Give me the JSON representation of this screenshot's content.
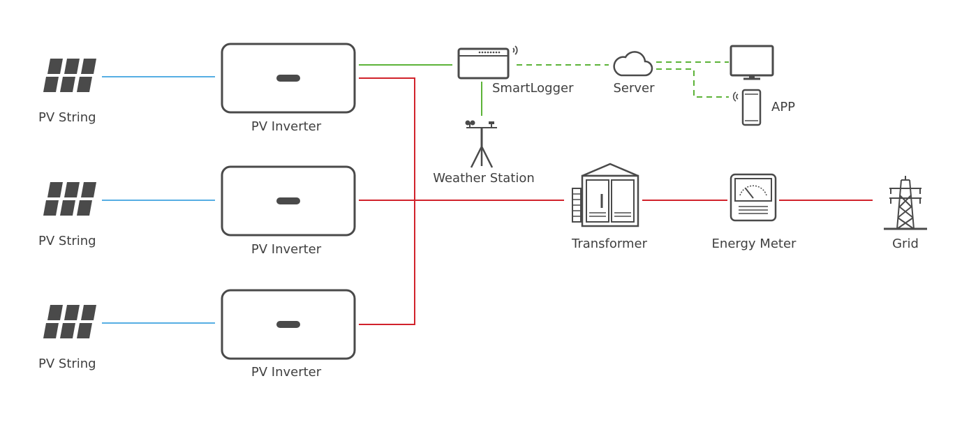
{
  "labels": {
    "pv_string": "PV String",
    "pv_inverter": "PV Inverter",
    "smartlogger": "SmartLogger",
    "server": "Server",
    "app": "APP",
    "weather_station": "Weather Station",
    "transformer": "Transformer",
    "energy_meter": "Energy Meter",
    "grid": "Grid"
  },
  "colors": {
    "dc_line": "#56aee3",
    "ac_line": "#d1222b",
    "comm_line": "#5cb338",
    "icon": "#4a4a4a"
  },
  "icons": [
    "solar-panel-icon",
    "inverter-icon",
    "smartlogger-icon",
    "cloud-icon",
    "monitor-icon",
    "smartphone-icon",
    "weather-station-icon",
    "transformer-icon",
    "energy-meter-icon",
    "transmission-tower-icon"
  ]
}
